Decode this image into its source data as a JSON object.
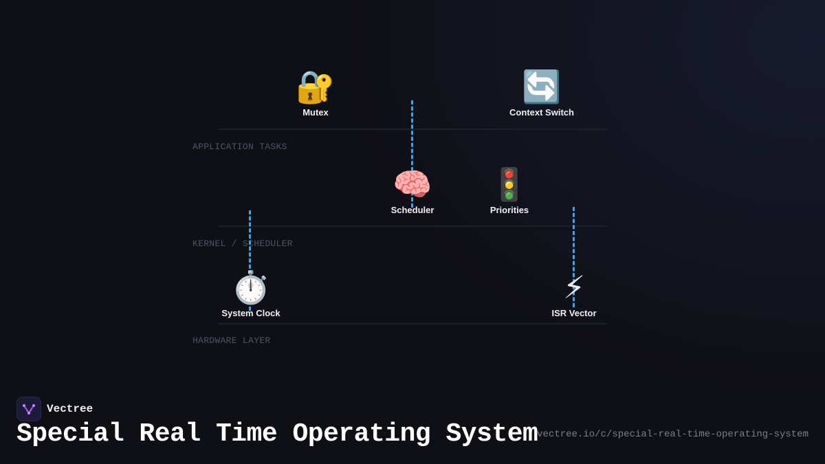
{
  "diagram": {
    "layers": [
      {
        "label": "APPLICATION TASKS"
      },
      {
        "label": "KERNEL / SCHEDULER"
      },
      {
        "label": "HARDWARE LAYER"
      }
    ],
    "nodes": [
      {
        "id": "mutex",
        "icon": "🔐",
        "icon_name": "lock-with-key-icon",
        "label": "Mutex"
      },
      {
        "id": "context-switch",
        "icon": "🔄",
        "icon_name": "arrows-cycle-icon",
        "label": "Context Switch"
      },
      {
        "id": "scheduler",
        "icon": "🧠",
        "icon_name": "brain-icon",
        "label": "Scheduler"
      },
      {
        "id": "priorities",
        "icon": "🚦",
        "icon_name": "traffic-light-icon",
        "label": "Priorities"
      },
      {
        "id": "system-clock",
        "icon": "⏱️",
        "icon_name": "stopwatch-icon",
        "label": "System Clock"
      },
      {
        "id": "isr-vector",
        "icon": "⚡",
        "icon_name": "lightning-icon",
        "label": "ISR Vector"
      }
    ],
    "connector_color": "#3aa8e8"
  },
  "footer": {
    "brand": "Vectree",
    "title": "Special Real Time Operating System",
    "url": "vectree.io/c/special-real-time-operating-system"
  },
  "colors": {
    "background": "#0f1015",
    "brand_purple": "#b06cf0"
  }
}
